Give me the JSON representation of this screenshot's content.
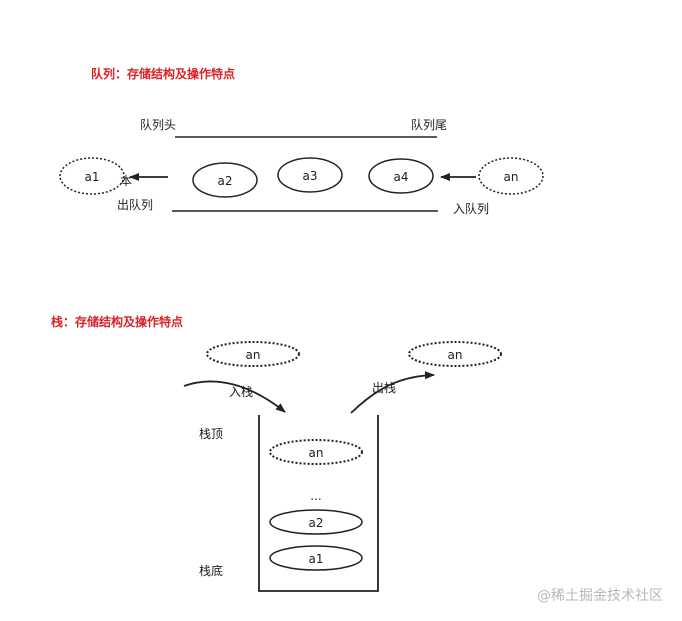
{
  "queue": {
    "title": "队列：存储结构及操作特点",
    "head_label": "队列头",
    "tail_label": "队列尾",
    "dequeue_label": "出队列",
    "enqueue_label": "入队列",
    "tail_mark": "本",
    "nodes": {
      "out": "a1",
      "a2": "a2",
      "a3": "a3",
      "a4": "a4",
      "in": "an"
    }
  },
  "stack": {
    "title": "栈：存储结构及操作特点",
    "push_label": "入栈",
    "pop_label": "出栈",
    "top_label": "栈顶",
    "bottom_label": "栈底",
    "ellipsis": "...",
    "nodes": {
      "push_item": "an",
      "pop_item": "an",
      "top_item": "an",
      "item2": "a2",
      "item1": "a1"
    }
  },
  "watermark": "@稀土掘金技术社区",
  "colors": {
    "title": "#d9242a",
    "stroke": "#222222",
    "watermark": "#b8b8b8"
  }
}
